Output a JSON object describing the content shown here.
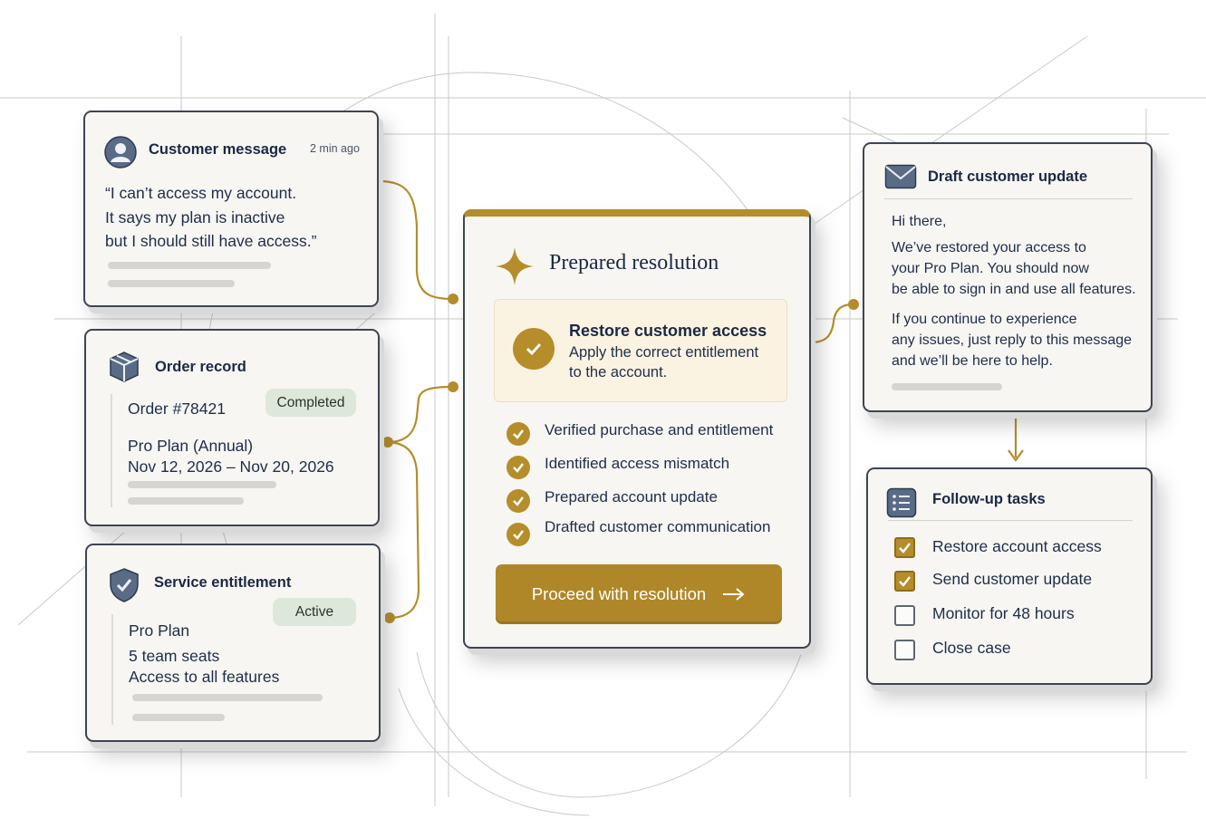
{
  "customer_message": {
    "title": "Customer message",
    "time": "2 min ago",
    "lines": [
      "“I can’t access my account.",
      "It says my plan is inactive",
      "but I should still have access.”"
    ]
  },
  "order_record": {
    "title": "Order record",
    "order_number": "Order #78421",
    "status": "Completed",
    "plan": "Pro Plan (Annual)",
    "dates": "Nov 12, 2026 – Nov 20, 2026"
  },
  "service_entitlement": {
    "title": "Service entitlement",
    "status": "Active",
    "lines": [
      "Pro Plan",
      "5 team seats",
      "Access to all features"
    ]
  },
  "resolution": {
    "title": "Prepared resolution",
    "action_title": "Restore customer access",
    "action_desc_1": "Apply the correct entitlement",
    "action_desc_2": "to the account.",
    "steps": [
      "Verified purchase and entitlement",
      "Identified access mismatch",
      "Prepared account update",
      "Drafted customer communication"
    ],
    "button_label": "Proceed with resolution"
  },
  "draft_update": {
    "title": "Draft customer update",
    "greeting": "Hi there,",
    "para1": [
      "We’ve restored your access to",
      "your Pro Plan. You should now",
      "be able to sign in and use all features."
    ],
    "para2": [
      "If you continue to experience",
      "any issues, just reply to this message",
      "and we’ll be here to help."
    ]
  },
  "followup": {
    "title": "Follow-up tasks",
    "tasks": [
      {
        "label": "Restore account access",
        "checked": true
      },
      {
        "label": "Send customer update",
        "checked": true
      },
      {
        "label": "Monitor for 48 hours",
        "checked": false
      },
      {
        "label": "Close case",
        "checked": false
      }
    ]
  },
  "colors": {
    "accent_gold": "#b58d2a",
    "navy": "#1b2845",
    "card_background": "#f7f6f2",
    "badge_green": "#dde8da"
  },
  "icons": [
    "user-avatar-icon",
    "box-icon",
    "shield-check-icon",
    "sparkle-icon",
    "check-icon",
    "envelope-icon",
    "list-icon",
    "arrow-right-icon"
  ]
}
